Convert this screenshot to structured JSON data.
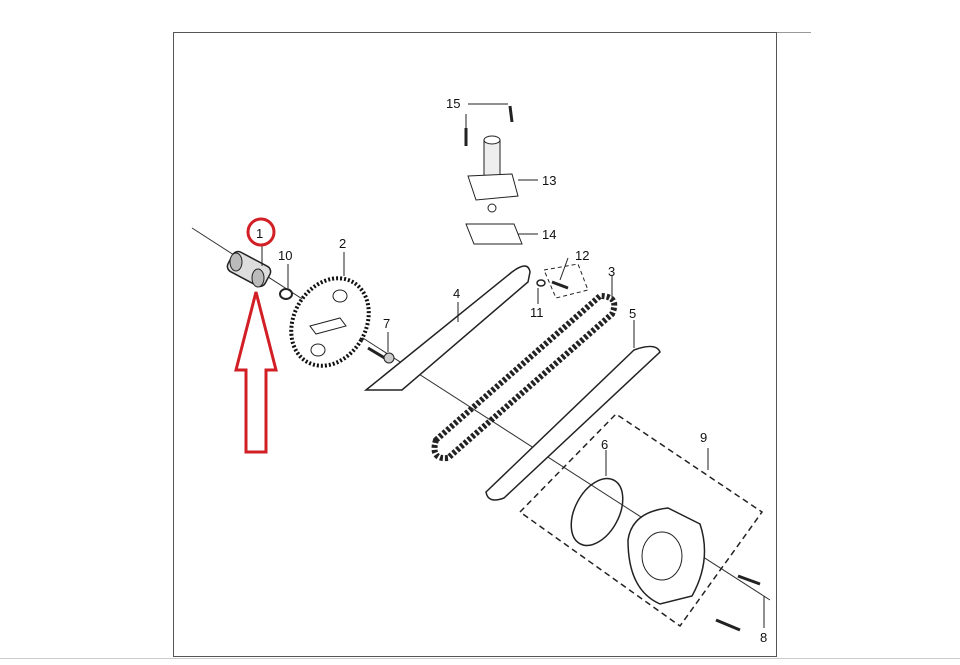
{
  "labels": {
    "p1": "1",
    "p2": "2",
    "p3": "3",
    "p4": "4",
    "p5": "5",
    "p6": "6",
    "p7": "7",
    "p8": "8",
    "p9": "9",
    "p10": "10",
    "p11": "11",
    "p12": "12",
    "p13": "13",
    "p14": "14",
    "p15": "15"
  },
  "colors": {
    "highlight": "#d21f26",
    "line": "#222222"
  }
}
